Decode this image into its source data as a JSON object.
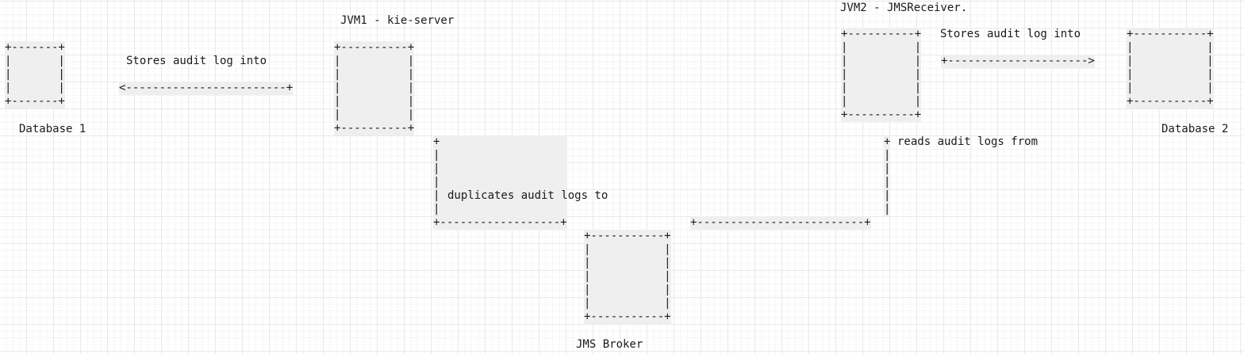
{
  "labels": {
    "jvm1": "JVM1 - kie-server",
    "jvm2": "JVM2 - JMSReceiver.",
    "db1": "Database 1",
    "db2": "Database 2",
    "jms": "JMS Broker",
    "stores_left": "Stores audit log into",
    "stores_right": "Stores audit log into",
    "duplicates": "duplicates audit logs to",
    "reads": "reads audit logs from"
  },
  "art": {
    "box_db1": "+-------+\n|       |\n|       |\n|       |\n+-------+",
    "box_jvm1": "+----------+\n|          |\n|          |\n|          |\n|          |\n|          |\n+----------+",
    "box_jvm2": "+----------+\n|          |\n|          |\n|          |\n|          |\n|          |\n+----------+",
    "box_db2": "+-----------+\n|           |\n|           |\n|           |\n|           |\n+-----------+",
    "box_jms": "+-----------+\n|           |\n|           |\n|           |\n|           |\n|           |\n+-----------+",
    "arrow_left": "<------------------------+",
    "arrow_right": "+--------------------->",
    "vline_left": "+\n|\n|\n|\n|\n|\n+------------------+",
    "hline_right": "+-------------------------+",
    "vline_right": "+\n|\n|\n|\n|\n|"
  }
}
